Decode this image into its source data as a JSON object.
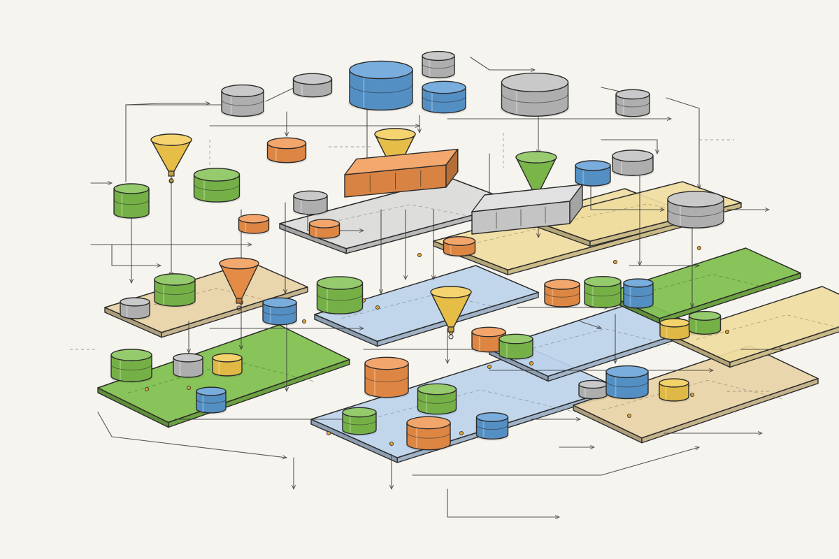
{
  "palette": {
    "paper": "#f6f4ee",
    "ink": "#2b2b2b",
    "green": "#7fbf4d",
    "blue": "#5b9bd5",
    "orange": "#f0924a",
    "yellow": "#f2c84b",
    "gray": "#bdbdbd",
    "tan": "#e8d2a6",
    "sand": "#efdca0",
    "light_blue": "#bcd3ea",
    "light_gray": "#dadada"
  },
  "diagram": {
    "style": "hand-drawn isometric data-flow sketch",
    "platforms": [
      {
        "id": "p-bottom-center",
        "color": "light_blue"
      },
      {
        "id": "p-bottom-left",
        "color": "green"
      },
      {
        "id": "p-bottom-right",
        "color": "tan"
      },
      {
        "id": "p-mid-left",
        "color": "tan"
      },
      {
        "id": "p-mid-center",
        "color": "light_blue"
      },
      {
        "id": "p-mid-right-low",
        "color": "light_blue"
      },
      {
        "id": "p-right-green",
        "color": "green"
      },
      {
        "id": "p-right-tan",
        "color": "sand"
      },
      {
        "id": "p-top-gray",
        "color": "light_gray"
      },
      {
        "id": "p-top-sand",
        "color": "sand"
      },
      {
        "id": "p-top-right-sand",
        "color": "sand"
      }
    ],
    "cylinders": [
      {
        "id": "c01",
        "color": "blue"
      },
      {
        "id": "c02",
        "color": "blue"
      },
      {
        "id": "c03",
        "color": "gray"
      },
      {
        "id": "c04",
        "color": "gray"
      },
      {
        "id": "c05",
        "color": "gray"
      },
      {
        "id": "c06",
        "color": "gray"
      },
      {
        "id": "c07",
        "color": "gray"
      },
      {
        "id": "c08",
        "color": "orange"
      },
      {
        "id": "c09",
        "color": "green"
      },
      {
        "id": "c10",
        "color": "green"
      },
      {
        "id": "c11",
        "color": "blue"
      },
      {
        "id": "c12",
        "color": "gray"
      },
      {
        "id": "c13",
        "color": "gray"
      },
      {
        "id": "c14",
        "color": "gray"
      },
      {
        "id": "c15",
        "color": "orange"
      },
      {
        "id": "c16",
        "color": "orange"
      },
      {
        "id": "c17",
        "color": "orange"
      },
      {
        "id": "c18",
        "color": "green"
      },
      {
        "id": "c19",
        "color": "gray"
      },
      {
        "id": "c20",
        "color": "blue"
      },
      {
        "id": "c21",
        "color": "green"
      },
      {
        "id": "c22",
        "color": "orange"
      },
      {
        "id": "c23",
        "color": "green"
      },
      {
        "id": "c24",
        "color": "blue"
      },
      {
        "id": "c25",
        "color": "yellow"
      },
      {
        "id": "c26",
        "color": "green"
      },
      {
        "id": "c27",
        "color": "orange"
      },
      {
        "id": "c28",
        "color": "green"
      },
      {
        "id": "c29",
        "color": "green"
      },
      {
        "id": "c30",
        "color": "gray"
      },
      {
        "id": "c31",
        "color": "yellow"
      },
      {
        "id": "c32",
        "color": "blue"
      },
      {
        "id": "c33",
        "color": "gray"
      },
      {
        "id": "c34",
        "color": "blue"
      },
      {
        "id": "c35",
        "color": "yellow"
      },
      {
        "id": "c36",
        "color": "orange"
      },
      {
        "id": "c37",
        "color": "green"
      },
      {
        "id": "c38",
        "color": "green"
      },
      {
        "id": "c39",
        "color": "orange"
      },
      {
        "id": "c40",
        "color": "blue"
      }
    ],
    "funnels": [
      {
        "id": "f-top-left",
        "color": "yellow"
      },
      {
        "id": "f-top-center",
        "color": "yellow"
      },
      {
        "id": "f-top-right",
        "color": "green"
      },
      {
        "id": "f-mid-left",
        "color": "orange"
      },
      {
        "id": "f-mid-center",
        "color": "yellow"
      }
    ],
    "servers": [
      {
        "id": "s-orange",
        "color": "orange"
      },
      {
        "id": "s-gray",
        "color": "light_gray"
      }
    ]
  }
}
